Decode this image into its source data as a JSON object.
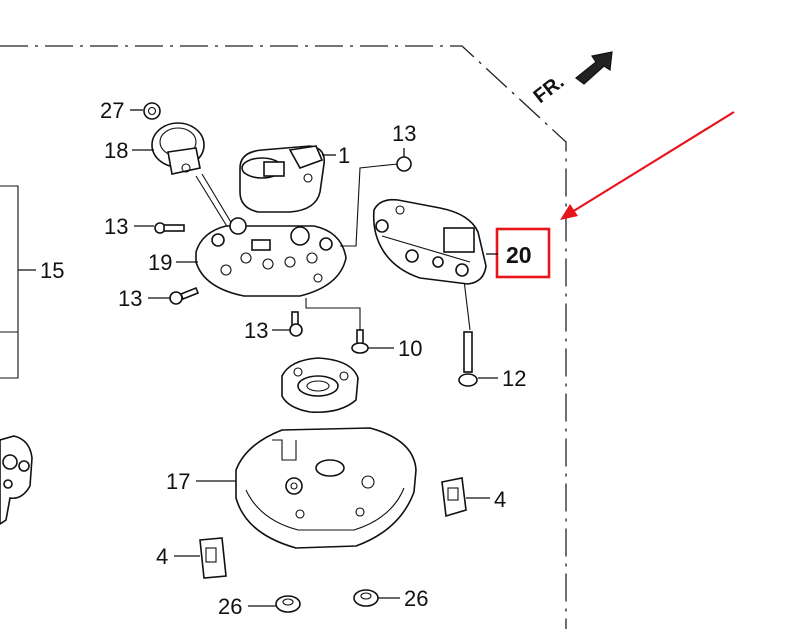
{
  "direction_label": "FR.",
  "highlight_color": "#e8141b",
  "part_numbers": {
    "p1": "1",
    "p4a": "4",
    "p4b": "4",
    "p10": "10",
    "p12": "12",
    "p13a": "13",
    "p13b": "13",
    "p13c": "13",
    "p13d": "13",
    "p15": "15",
    "p17": "17",
    "p18": "18",
    "p19": "19",
    "p20": "20",
    "p26a": "26",
    "p26b": "26",
    "p27": "27"
  }
}
